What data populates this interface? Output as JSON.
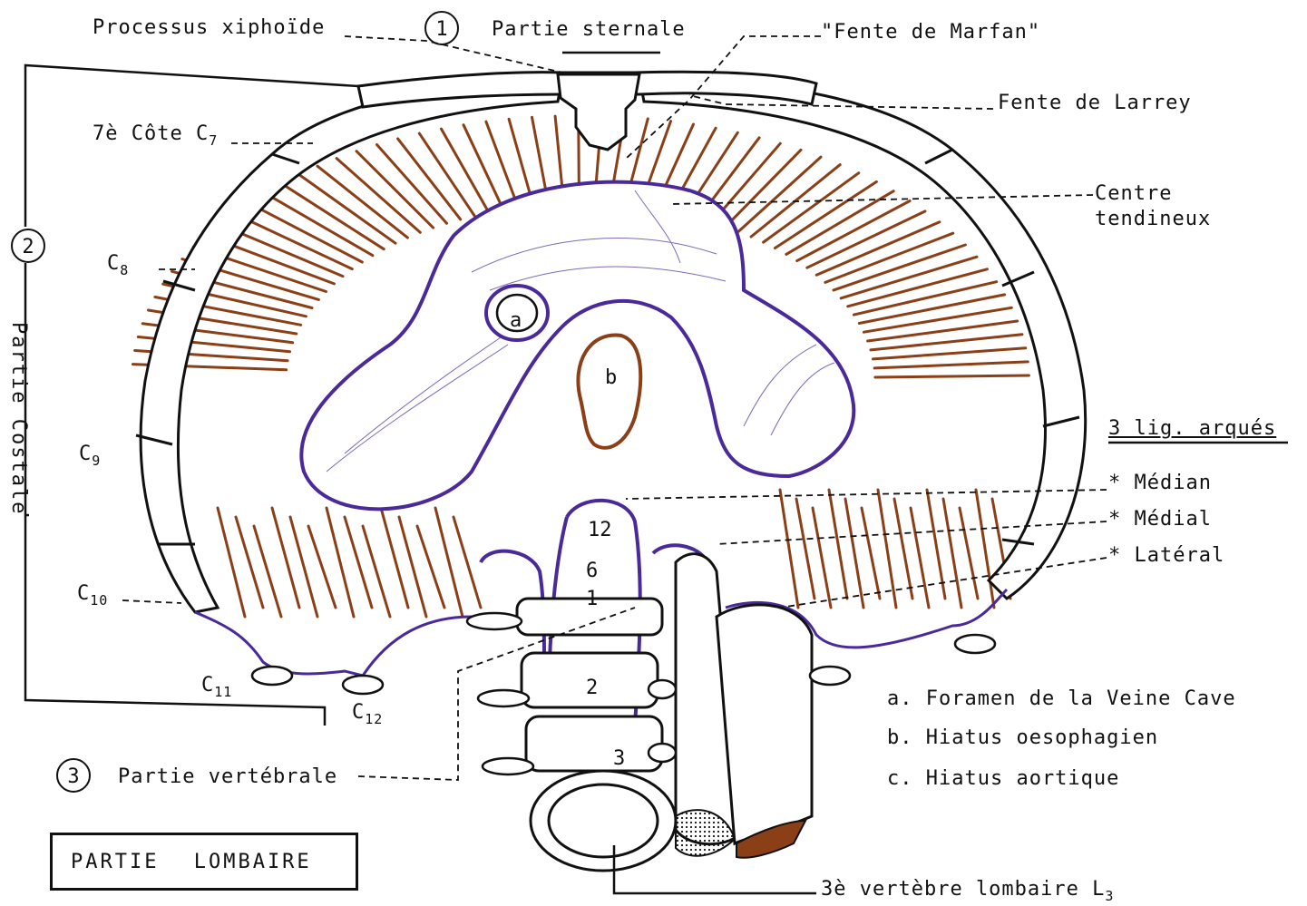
{
  "labels": {
    "processus_xiphoide": "Processus xiphoïde",
    "partie_sternale_num": "1",
    "partie_sternale": "Partie sternale",
    "fente_marfan": "\"Fente de Marfan\"",
    "fente_larrey": "Fente de Larrey",
    "cote7": "7è Côte C",
    "cote7_sub": "7",
    "centre_tendineux_1": "Centre",
    "centre_tendineux_2": "tendineux",
    "partie_costale_num": "2",
    "partie_costale": "Partie Costale",
    "c8": "C",
    "c8_sub": "8",
    "c9": "C",
    "c9_sub": "9",
    "c10": "C",
    "c10_sub": "10",
    "c11": "C",
    "c11_sub": "11",
    "c12": "C",
    "c12_sub": "12",
    "lig_arques": "3 lig. arqués",
    "median": "Médian",
    "medial": "Médial",
    "lateral": "Latéral",
    "star": "*",
    "partie_vertebrale_num": "3",
    "partie_vertebrale": "Partie vertébrale",
    "partie_lombaire": "PARTIE LOMBAIRE",
    "vertebre_l3": "3è vertèbre lombaire L",
    "vertebre_l3_sub": "3"
  },
  "inner_marks": {
    "a": "a",
    "b": "b",
    "v12": "12",
    "v6": "6",
    "v1": "1",
    "v2": "2",
    "v3": "3"
  },
  "legend": [
    "a. Foramen de la Veine Cave",
    "b. Hiatus oesophagien",
    "c. Hiatus aortique"
  ],
  "colors": {
    "muscle": "#8a3f17",
    "tendon": "#4a2a9a",
    "ink": "#111111",
    "bone_fill": "#ffffff"
  }
}
